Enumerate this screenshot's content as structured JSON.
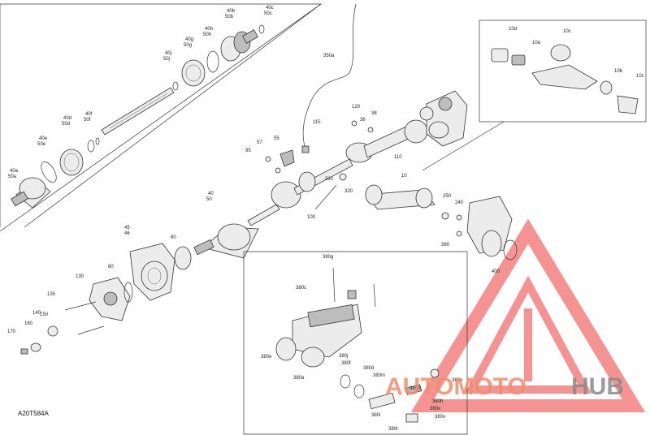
{
  "diagram": {
    "drawing_code": "A20T584A",
    "callouts": {
      "c40a": [
        "40a",
        "50a"
      ],
      "c40e": [
        "40e",
        "50e"
      ],
      "c40d": [
        "40d",
        "50d"
      ],
      "c40f": [
        "40f",
        "50f"
      ],
      "c40j": [
        "40j",
        "50j"
      ],
      "c40g": [
        "40g",
        "50g"
      ],
      "c40h": [
        "40h",
        "50h"
      ],
      "c40b": [
        "40b",
        "50b"
      ],
      "c40c": [
        "40c",
        "50c"
      ],
      "c40": [
        "40",
        "50"
      ],
      "c45": [
        "45",
        "46"
      ],
      "c350": "350a",
      "c120": "120",
      "c38": "38",
      "c36": "36",
      "c115": "115",
      "c55": "55",
      "c57": "57",
      "c95": "95",
      "c110": "110",
      "c310": "310",
      "c320": "320",
      "c10": "10",
      "c250": "250",
      "c240": "240",
      "c390": "390",
      "c400": "400",
      "c100": "100",
      "c60": "60",
      "c80": "80",
      "c130": "130",
      "c135": "135",
      "c140": "140",
      "c150": "150",
      "c160": "160",
      "c170": "170",
      "c10d": "10d",
      "c10a": "10a",
      "c10c_a": "10c",
      "c10b": "10b",
      "c10c_b": "10c",
      "c380g": "380g",
      "c380c": "380c",
      "c380e": "380e",
      "c380j": "380j",
      "c380f": "380f",
      "c380a": "380a",
      "c380m": "380m",
      "c380d": "380d",
      "c380b": "380b",
      "c380e2": "380e",
      "c380h": "380h",
      "c380v": "380v",
      "c380i": "380i",
      "c380t": "380t",
      "c380x": "380x"
    }
  },
  "watermark": {
    "text_primary": "AUTOMOTO",
    "text_secondary": "HUB",
    "primary_color": "#f28c6a",
    "secondary_color": "#8a8a8a",
    "triangle_color": "#ee3b3b"
  }
}
